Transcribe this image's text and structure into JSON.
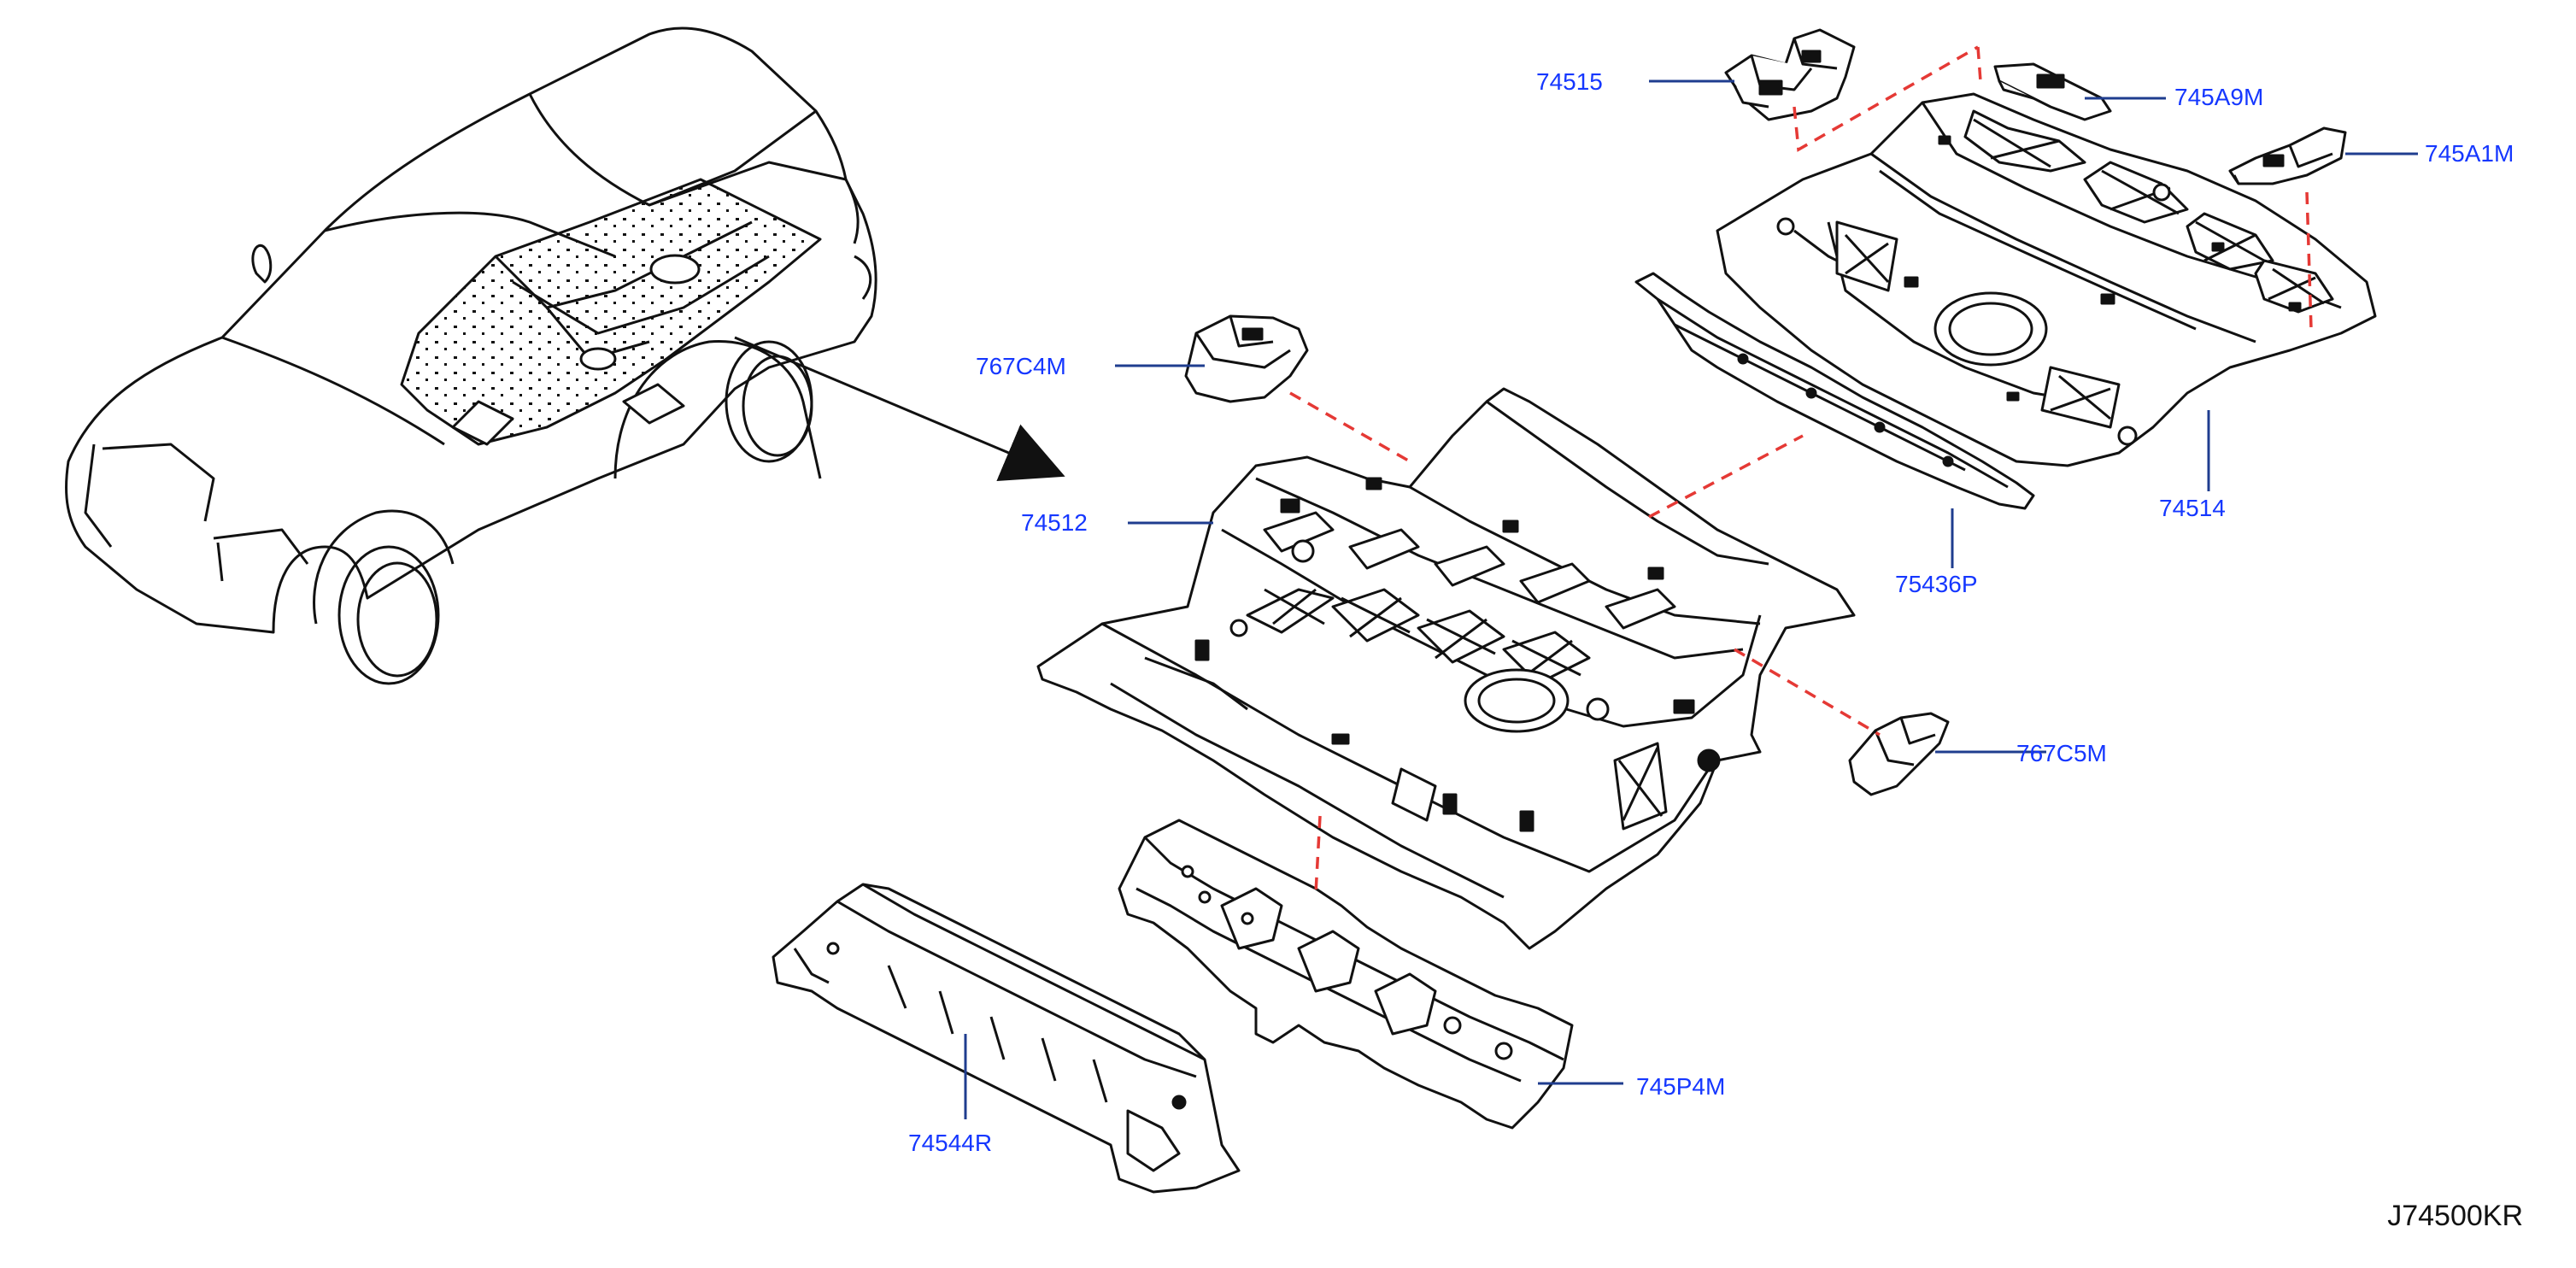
{
  "colors": {
    "background": "#ffffff",
    "linework": "#111111",
    "callout": "#1537ff",
    "leader": "#1f3d8f",
    "assembly_line": "#e53935",
    "code": "#111111"
  },
  "callouts": {
    "p74515": "74515",
    "p745A9M": "745A9M",
    "p745A1M": "745A1M",
    "p767C4M": "767C4M",
    "p74512": "74512",
    "p74514": "74514",
    "p75436P": "75436P",
    "p767C5M": "767C5M",
    "p745P4M": "745P4M",
    "p74544R": "74544R"
  },
  "diagram_code": "J74500KR"
}
